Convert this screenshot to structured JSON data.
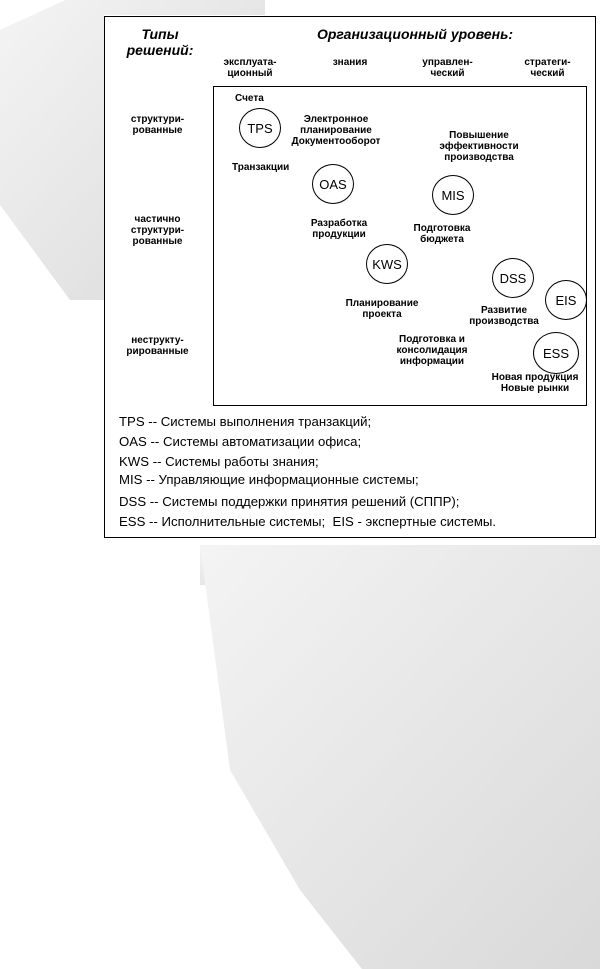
{
  "background": {
    "color": "#ffffff",
    "band_color": "#e6e6e6"
  },
  "header": {
    "left_title": "Типы\nрешений:",
    "right_title": "Организационный уровень:",
    "levels": [
      "эксплуата-\nционный",
      "знания",
      "управлен-\nческий",
      "стратеги-\nческий"
    ]
  },
  "row_labels": [
    "структури-\nрованные",
    "частично\nструктури-\nрованные",
    "неструкту-\nрированные"
  ],
  "systems": [
    "TPS",
    "OAS",
    "MIS",
    "KWS",
    "DSS",
    "EIS",
    "ESS"
  ],
  "annotations": {
    "tps": "Счета",
    "oas_top": "Электронное\nпланирование\nДокументооборот",
    "oas_left": "Транзакции",
    "mis": "Повышение\nэффективности\nпроизводства",
    "kws": "Разработка\nпродукции",
    "mis_bottom": "Подготовка\nбюджета",
    "kws_bottom": "Планирование\nпроекта",
    "dss": "Развитие\nпроизводства",
    "ess_left": "Подготовка и\nконсолидация\nинформации",
    "ess_bottom": "Новая продукция\nНовые рынки"
  },
  "legend": [
    "TPS -- Системы выполнения транзакций;",
    "OAS -- Системы автоматизации офиса;",
    "KWS -- Системы работы знания;",
    "MIS -- Управляющие информационные системы;",
    "DSS -- Системы поддержки принятия решений (СППР);",
    "ESS -- Исполнительные системы;  EIS - экспертные системы."
  ]
}
